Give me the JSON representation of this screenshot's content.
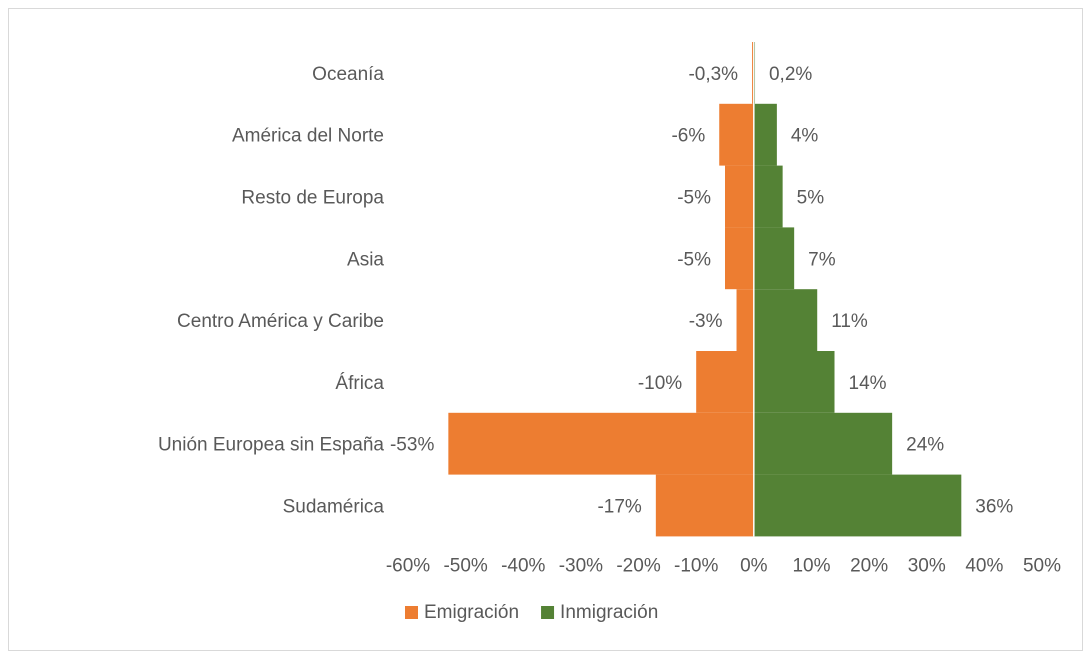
{
  "chart_data": {
    "type": "bar",
    "orientation": "horizontal",
    "stacked": "diverging",
    "categories": [
      "Oceanía",
      "América del Norte",
      "Resto de Europa",
      "Asia",
      "Centro América y Caribe",
      "África",
      "Unión Europea sin España",
      "Sudamérica"
    ],
    "series": [
      {
        "name": "Emigración",
        "color": "#ED7D31",
        "values": [
          -0.3,
          -6,
          -5,
          -5,
          -3,
          -10,
          -53,
          -17
        ],
        "labels": [
          "-0,3%",
          "-6%",
          "-5%",
          "-5%",
          "-3%",
          "-10%",
          "-53%",
          "-17%"
        ]
      },
      {
        "name": "Inmigración",
        "color": "#548235",
        "values": [
          0.2,
          4,
          5,
          7,
          11,
          14,
          24,
          36
        ],
        "labels": [
          "0,2%",
          "4%",
          "5%",
          "7%",
          "11%",
          "14%",
          "24%",
          "36%"
        ]
      }
    ],
    "xlim": [
      -60,
      50
    ],
    "xticks": [
      -60,
      -50,
      -40,
      -30,
      -20,
      -10,
      0,
      10,
      20,
      30,
      40,
      50
    ],
    "xtick_labels": [
      "-60%",
      "-50%",
      "-40%",
      "-30%",
      "-20%",
      "-10%",
      "0%",
      "10%",
      "20%",
      "30%",
      "40%",
      "50%"
    ],
    "title": "",
    "xlabel": "",
    "ylabel": "",
    "grid": false,
    "legend": "bottom"
  }
}
